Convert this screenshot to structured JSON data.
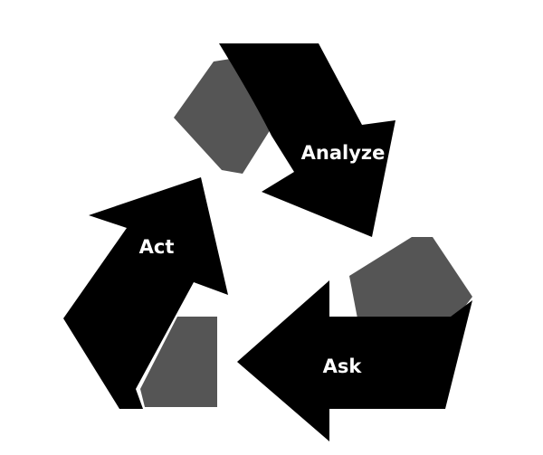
{
  "diagram": {
    "type": "recycle-cycle",
    "colors": {
      "arrow": "#000000",
      "fold": "#555555",
      "label": "#ffffff",
      "background": "#ffffff"
    },
    "steps": [
      {
        "label": "Analyze"
      },
      {
        "label": "Ask"
      },
      {
        "label": "Act"
      }
    ]
  }
}
